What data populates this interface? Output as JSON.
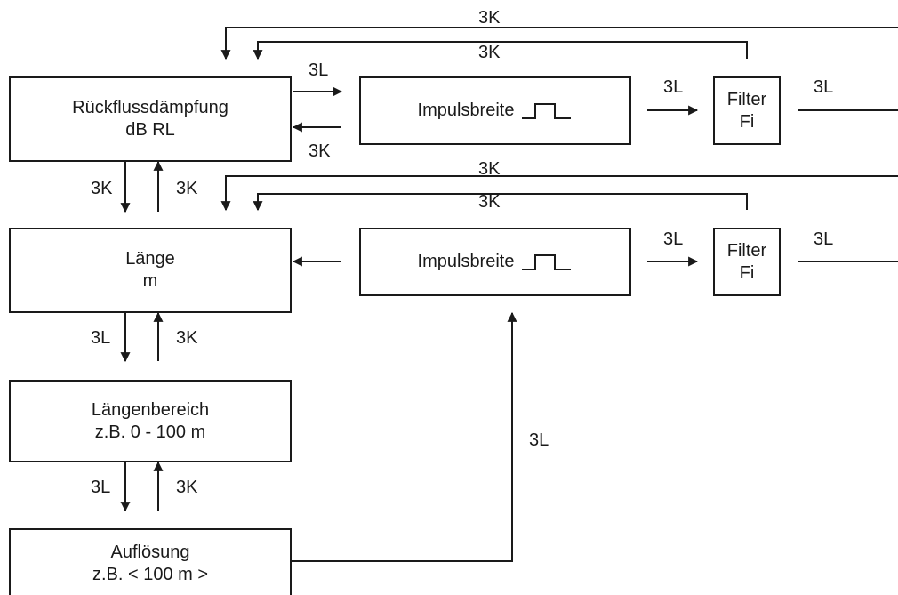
{
  "blocks": {
    "return_loss": {
      "line1": "Rückflussdämpfung",
      "line2": "dB RL"
    },
    "length": {
      "line1": "Länge",
      "line2": "m"
    },
    "length_range": {
      "line1": "Längenbereich",
      "line2": "z.B. 0 - 100 m"
    },
    "resolution": {
      "line1": "Auflösung",
      "line2": "z.B.  < 100 m >"
    },
    "pulse_width_top": {
      "label": "Impulsbreite"
    },
    "pulse_width_mid": {
      "label": "Impulsbreite"
    },
    "filter_top": {
      "line1": "Filter",
      "line2": "Fi"
    },
    "filter_mid": {
      "line1": "Filter",
      "line2": "Fi"
    }
  },
  "labels": {
    "top_outer_3k": "3K",
    "top_inner_3k": "3K",
    "rl_to_pulse_3l": "3L",
    "pulse_to_rl_3k": "3K",
    "pulse_to_filter_top_3l": "3L",
    "filter_out_top_3l": "3L",
    "rl_down_3k": "3K",
    "rl_up_3k": "3K",
    "mid_outer_3k": "3K",
    "mid_inner_3k": "3K",
    "pulse_to_filter_mid_3l": "3L",
    "filter_out_mid_3l": "3L",
    "len_down_3l": "3L",
    "len_up_3k": "3K",
    "range_down_3l": "3L",
    "range_up_3k": "3K",
    "resolution_to_pulse_3l": "3L"
  },
  "colors": {
    "ink": "#1a1a1a",
    "background": "#ffffff"
  }
}
